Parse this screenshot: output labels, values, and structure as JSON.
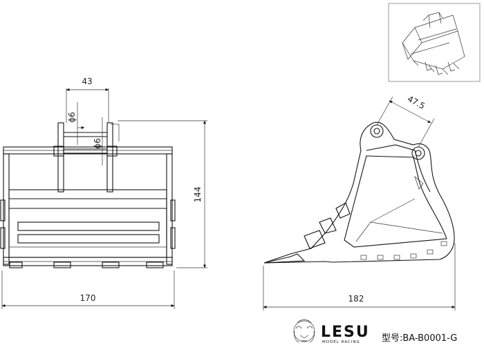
{
  "dimensions": {
    "pin_spacing": "43",
    "pin_dia_1": "ϕ6",
    "pin_dia_2": "ϕ6",
    "height": "144",
    "width": "170",
    "side_pin_spacing": "47.5",
    "length": "182"
  },
  "brand": {
    "name": "LESU",
    "tagline": "MODEL RACING"
  },
  "model": {
    "label": "型号:BA-B0001-G"
  },
  "colors": {
    "line": "#111111",
    "background": "#ffffff"
  }
}
